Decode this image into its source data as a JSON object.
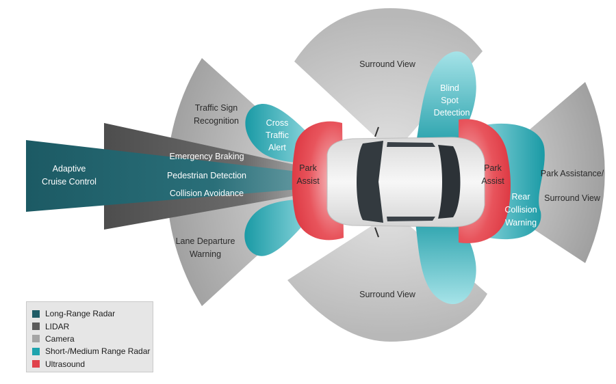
{
  "zones": {
    "adaptive_cruise_control": [
      "Adaptive",
      "Cruise Control"
    ],
    "traffic_sign_recognition": [
      "Traffic Sign",
      "Recognition"
    ],
    "emergency_braking": "Emergency Braking",
    "pedestrian_detection": "Pedestrian Detection",
    "collision_avoidance": "Collision Avoidance",
    "lane_departure_warning": [
      "Lane Departure",
      "Warning"
    ],
    "cross_traffic_alert": [
      "Cross",
      "Traffic",
      "Alert"
    ],
    "park_assist_front": [
      "Park",
      "Assist"
    ],
    "surround_view_top": "Surround View",
    "surround_view_bottom": "Surround View",
    "blind_spot_detection": [
      "Blind",
      "Spot",
      "Detection"
    ],
    "park_assist_rear": [
      "Park",
      "Assist"
    ],
    "rear_collision_warning": [
      "Rear",
      "Collision",
      "Warning"
    ],
    "park_assistance_surround_view": [
      "Park Assistance/",
      "Surround View"
    ]
  },
  "legend": {
    "items": [
      {
        "label": "Long-Range Radar",
        "color": "#1f5c66"
      },
      {
        "label": "LIDAR",
        "color": "#5b5b5b"
      },
      {
        "label": "Camera",
        "color": "#a5a5a5"
      },
      {
        "label": "Short-/Medium Range Radar",
        "color": "#1ea3ad"
      },
      {
        "label": "Ultrasound",
        "color": "#e0424b"
      }
    ]
  },
  "colors": {
    "long_range_radar": "#1f5c66",
    "lidar": "#5b5b5b",
    "camera": "#a5a5a5",
    "short_medium_radar": "#1ea3ad",
    "ultrasound": "#e0424b",
    "car_body": "#eeeeee"
  }
}
